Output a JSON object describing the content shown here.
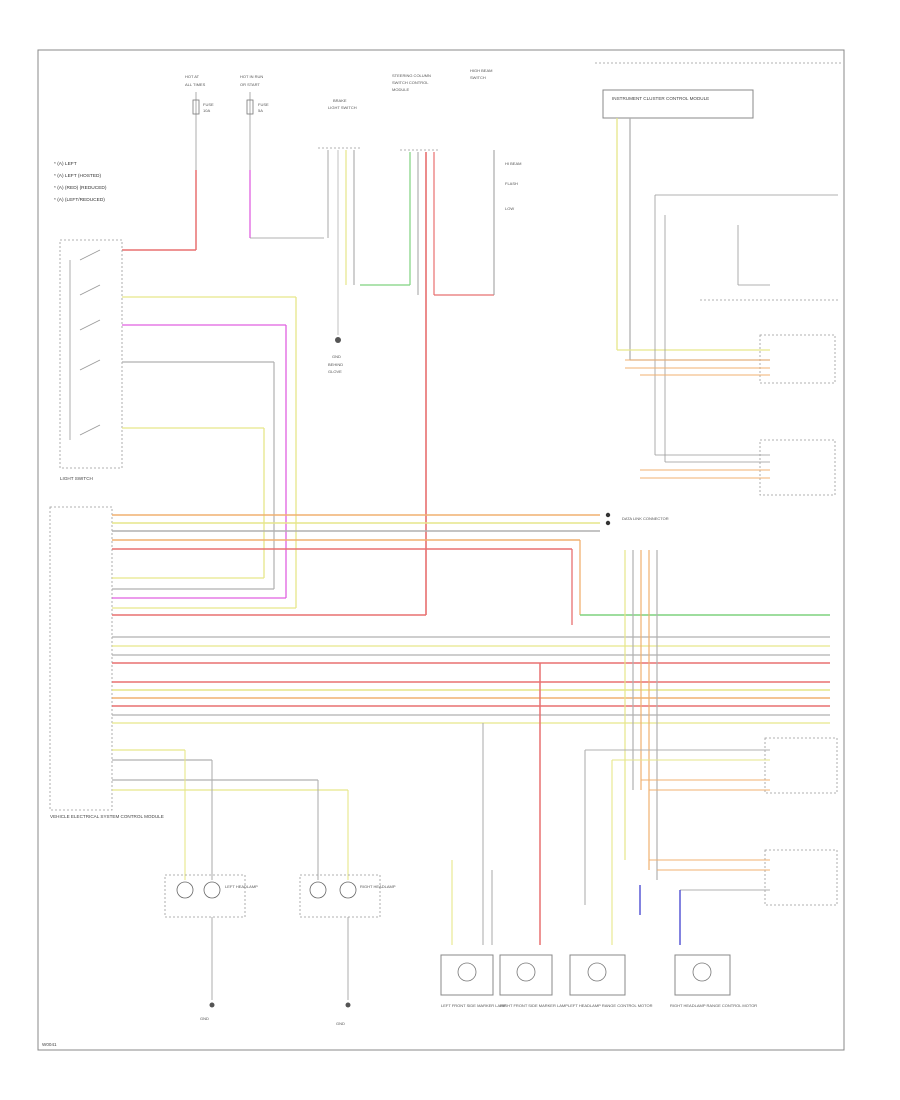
{
  "notes": [
    "* (A) LEFT",
    "* (A) LEFT (HOSTED)",
    "* (A) (RED) (REDUCED)",
    "* (A) (LEFT/REDUCED)"
  ],
  "footer_code": "W0041",
  "labels": {
    "light_switch": "LIGHT SWITCH",
    "vehicle_module": "VEHICLE ELECTRICAL SYSTEM CONTROL MODULE",
    "instrument_cluster": "INSTRUMENT CLUSTER CONTROL MODULE",
    "data_link": "DATA LINK CONNECTOR",
    "left_headlamp": "LEFT HEADLAMP",
    "right_headlamp": "RIGHT HEADLAMP",
    "left_front_lamp": "LEFT FRONT SIDE MARKER LAMP",
    "right_front_lamp": "RIGHT FRONT SIDE MARKER LAMP",
    "left_motor": "LEFT HEADLAMP RANGE CONTROL MOTOR",
    "right_motor": "RIGHT HEADLAMP RANGE CONTROL MOTOR",
    "ground": "GND"
  },
  "colors": {
    "red": "#e87070",
    "pink": "#f08080",
    "magenta": "#e060e0",
    "yellow": "#e6e68a",
    "green": "#7fd27f",
    "orange": "#f0b070",
    "gray": "#b0b0b0",
    "blue": "#4040d0",
    "frame": "#888888"
  }
}
